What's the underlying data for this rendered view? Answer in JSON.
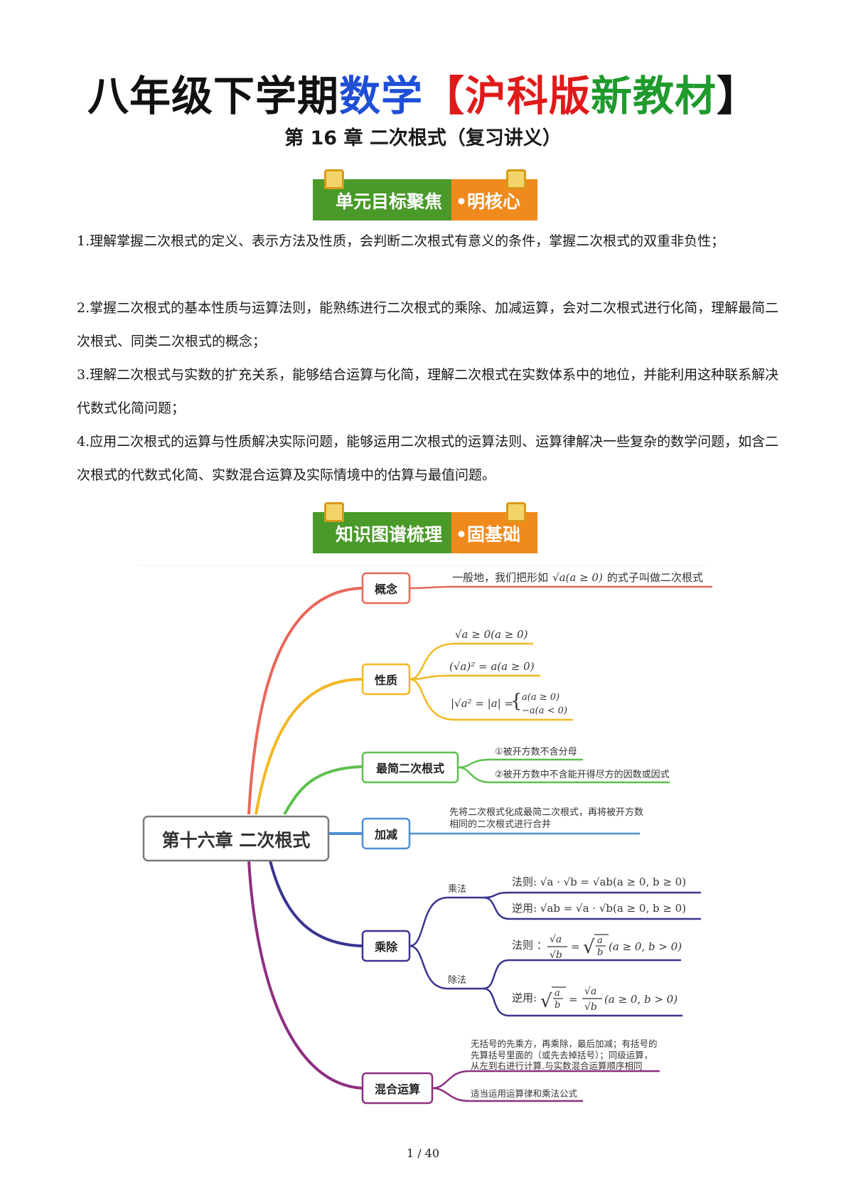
{
  "title": {
    "part1": "八年级下学期",
    "part2": "数学",
    "part3": "【沪科版",
    "part4": "新教材",
    "part5": "】"
  },
  "subtitle": "第 16 章    二次根式（复习讲义）",
  "banner1": {
    "left": "单元目标聚焦",
    "right": "•明核心"
  },
  "goals": [
    "1.理解掌握二次根式的定义、表示方法及性质，会判断二次根式有意义的条件，掌握二次根式的双重非负性；",
    "2.掌握二次根式的基本性质与运算法则，能熟练进行二次根式的乘除、加减运算，会对二次根式进行化简，理解最简二次根式、同类二次根式的概念；",
    "3.理解二次根式与实数的扩充关系，能够结合运算与化简，理解二次根式在实数体系中的地位，并能利用这种联系解决代数式化简问题；",
    "4.应用二次根式的运算与性质解决实际问题，能够运用二次根式的运算法则、运算律解决一些复杂的数学问题，如含二次根式的代数式化简、实数混合运算及实际情境中的估算与最值问题。"
  ],
  "banner2": {
    "left": "知识图谱梳理",
    "right": "•固基础"
  },
  "mindmap": {
    "root": "第十六章 二次根式",
    "branches": {
      "concept": {
        "label": "概念",
        "pre": "一般地，我们把形如",
        "formula": "√a(a ≥ 0)",
        "post": "的式子叫做二次根式",
        "color": "#e8685a"
      },
      "property": {
        "label": "性质",
        "items": [
          "√a ≥ 0(a ≥ 0)",
          "(√a)² = a(a ≥ 0)",
          "|√a² = |a| ="
        ],
        "cases": [
          "a(a ≥ 0)",
          "−a(a < 0)"
        ],
        "color": "#f2b822"
      },
      "simplest": {
        "label": "最简二次根式",
        "items": [
          "①被开方数不含分母",
          "②被开方数中不含能开得尽方的因数或因式"
        ],
        "color": "#5cc04d"
      },
      "addsub": {
        "label": "加减",
        "lines": [
          "先将二次根式化成最简二次根式，再将被开方数",
          "相同的二次根式进行合并"
        ],
        "color": "#4d8fd6"
      },
      "muldiv": {
        "label": "乘除",
        "mul_label": "乘法",
        "div_label": "除法",
        "mul_items": [
          "法则: √a · √b = √ab(a ≥ 0, b ≥ 0)",
          "逆用: √ab = √a · √b(a ≥ 0, b ≥ 0)"
        ],
        "div_rule_prefix": "法则 ：",
        "div_inv_prefix": "逆用:",
        "div_cond": "(a ≥ 0, b > 0)",
        "color": "#3a3590"
      },
      "mixed": {
        "label": "混合运算",
        "lines": [
          "无括号的先乘方，再乘除，最后加减；有括号的",
          "先算括号里面的（或先去掉括号）；同级运算，",
          "从左到右进行计算.与实数混合运算顺序相同"
        ],
        "tip": "适当运用运算律和乘法公式",
        "color": "#8d2f80"
      }
    }
  },
  "footer": "1 / 40"
}
